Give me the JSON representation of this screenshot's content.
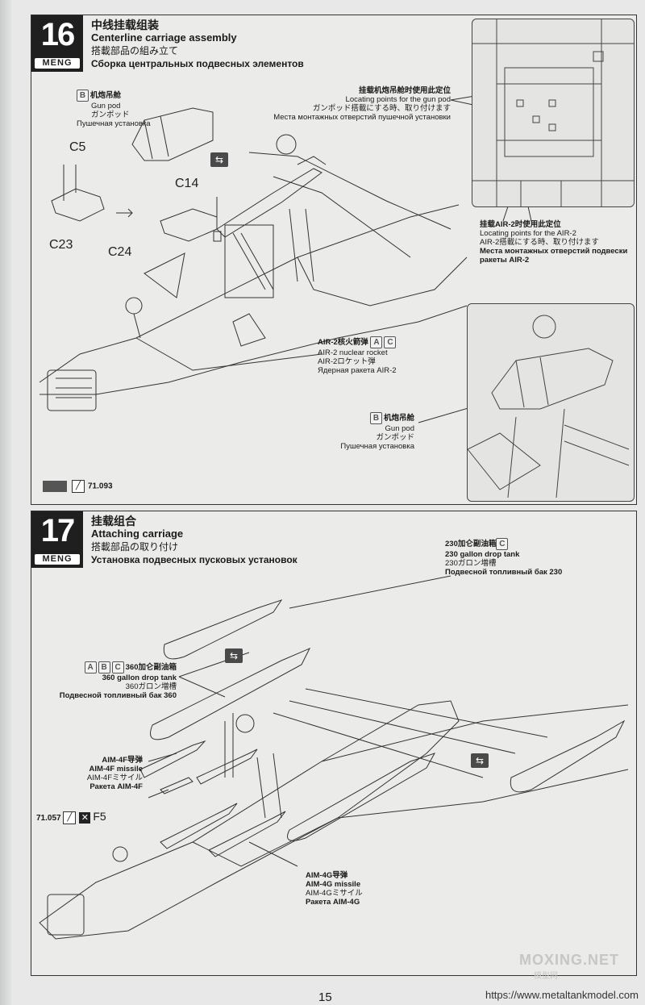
{
  "step16": {
    "number": "16",
    "brand": "MENG",
    "title_zh": "中线挂载组装",
    "title_en": "Centerline carriage assembly",
    "title_ja": "搭載部品の組み立て",
    "title_ru": "Сборка центральных подвесных элементов",
    "gun_pod": {
      "tag": "B",
      "zh": "机炮吊舱",
      "en": "Gun pod",
      "ja": "ガンポッド",
      "ru": "Пушечная установка"
    },
    "parts": [
      "C5",
      "C14",
      "C23",
      "C24"
    ],
    "locating_gun": {
      "zh": "挂载机炮吊舱时使用此定位",
      "en": "Locating points for the gun pod",
      "ja": "ガンポッド搭載にする時、取り付けます",
      "ru": "Места монтажных отверстий пушечной установки"
    },
    "locating_air2": {
      "zh": "挂载AIR-2时使用此定位",
      "en": "Locating points for the AIR-2",
      "ja": "AIR-2搭載にする時、取り付けます",
      "ru": "Места монтажных отверстий подвески ракеты AIR-2"
    },
    "air2": {
      "tags": [
        "A",
        "C"
      ],
      "zh": "AIR-2核火箭弹",
      "en": "AIR-2 nuclear rocket",
      "ja": "AIR-2ロケット弾",
      "ru": "Ядерная ракета AIR-2"
    },
    "gun_pod_2": {
      "tag": "B",
      "zh": "机炮吊舱",
      "en": "Gun pod",
      "ja": "ガンポッド",
      "ru": "Пушечная установка"
    },
    "paint_code": "71.093",
    "paint_color": "#555555"
  },
  "step17": {
    "number": "17",
    "brand": "MENG",
    "title_zh": "挂载组合",
    "title_en": "Attaching carriage",
    "title_ja": "搭載部品の取り付け",
    "title_ru": "Установка подвесных пусковых установок",
    "tank230": {
      "tag": "C",
      "zh": "230加仑副油箱",
      "en": "230 gallon drop tank",
      "ja": "230ガロン増槽",
      "ru": "Подвесной топливный бак 230"
    },
    "tank360": {
      "tags": [
        "A",
        "B",
        "C"
      ],
      "zh": "360加仑副油箱",
      "en": "360 gallon drop tank",
      "ja": "360ガロン増槽",
      "ru": "Подвесной топливный бак 360"
    },
    "aim4f": {
      "zh": "AIM-4F导弹",
      "en": "AIM-4F missile",
      "ja": "AIM-4Fミサイル",
      "ru": "Ракета AIM-4F"
    },
    "aim4g": {
      "zh": "AIM-4G导弹",
      "en": "AIM-4G missile",
      "ja": "AIM-4Gミサイル",
      "ru": "Ракета AIM-4G"
    },
    "paint_code": "71.057",
    "decal": "F5"
  },
  "footer": {
    "page_number": "15",
    "url": "https://www.metaltankmodel.com",
    "watermark": "MOXING.NET",
    "watermark_sub": "模型网"
  }
}
